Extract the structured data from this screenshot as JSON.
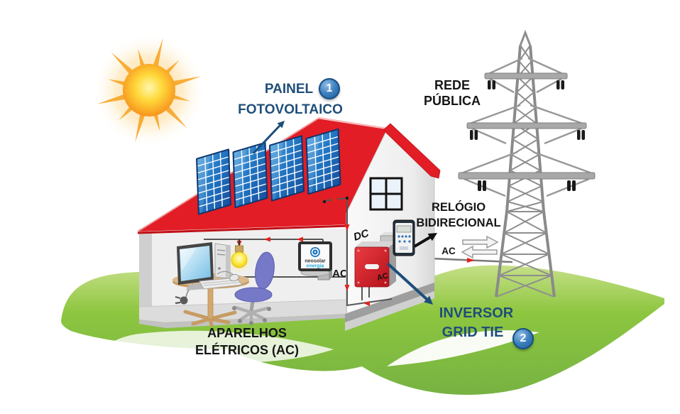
{
  "labels": {
    "painel": {
      "line1": "PAINEL",
      "line2": "FOTOVOLTAICO",
      "badge": "1"
    },
    "rede": {
      "line1": "REDE",
      "line2": "PÚBLICA"
    },
    "relogio": {
      "line1": "RELÓGIO",
      "line2": "BIDIRECIONAL"
    },
    "inversor": {
      "line1": "INVERSOR",
      "line2": "GRID TIE",
      "badge": "2"
    },
    "aparelhos": {
      "line1": "APARELHOS",
      "line2": "ELÉTRICOS (AC)"
    },
    "dc": "DC",
    "ac_interior": "AC",
    "ac_inversor": "AC",
    "ac_rede": "AC"
  },
  "brand": {
    "name": "neosolar",
    "tagline": "energia"
  },
  "colors": {
    "accent_blue": "#1F4E79",
    "badge_blue": "#2E75B6",
    "roof_red": "#E21D25",
    "panel_blue": "#1B6FC0",
    "grass_green": "#8DC63F",
    "tower_gray": "#9B9B9B",
    "wire_gray": "#5C5C5C",
    "flow_arrow_red": "#E2231A",
    "sun_orange": "#F7941D",
    "brand_cyan": "#29ABE2"
  }
}
